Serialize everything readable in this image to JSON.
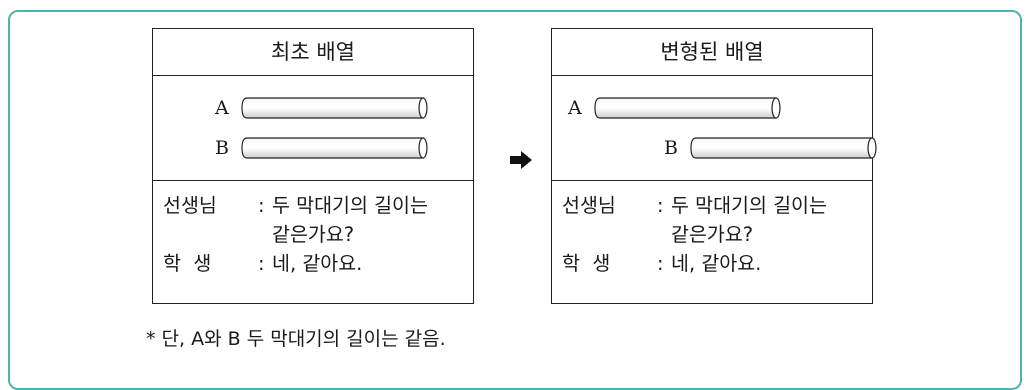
{
  "left_panel": {
    "title": "최초 배열",
    "rod_a_label": "A",
    "rod_b_label": "B",
    "teacher_speaker": "선생님",
    "teacher_line1": "두 막대기의 길이는",
    "teacher_line2": "같은가요?",
    "student_speaker": "학  생",
    "student_line": "네, 같아요."
  },
  "right_panel": {
    "title": "변형된 배열",
    "rod_a_label": "A",
    "rod_b_label": "B",
    "teacher_speaker": "선생님",
    "teacher_line1": "두 막대기의 길이는",
    "teacher_line2": "같은가요?",
    "student_speaker": "학  생",
    "student_line": "네, 같아요."
  },
  "colon": ":",
  "arrow_icon": "right-arrow-icon",
  "note": "* 단, A와 B 두 막대기의 길이는 같음.",
  "colors": {
    "frame_border": "#4fb3b3",
    "panel_border": "#222222",
    "rod_fill": "#e6e6e6"
  }
}
